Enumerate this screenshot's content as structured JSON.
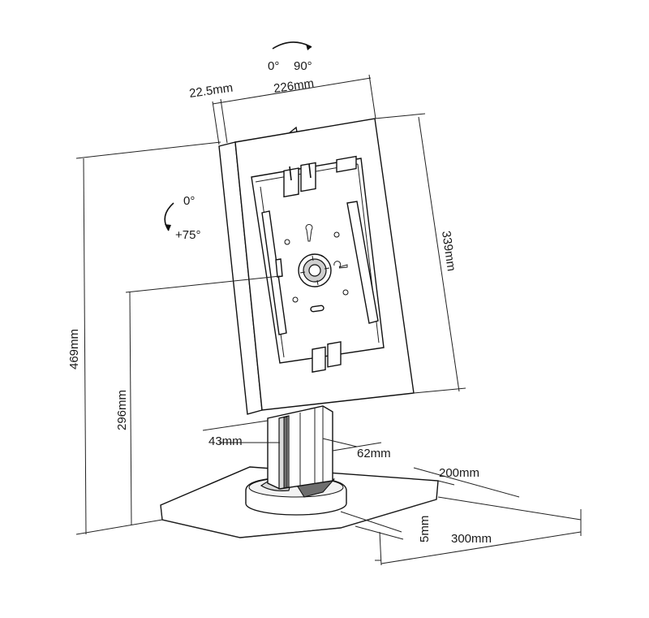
{
  "labels": {
    "rot_top_0": "0°",
    "rot_top_90": "90°",
    "tilt_0": "0°",
    "tilt_75": "+75°",
    "offset_22_5": "22.5mm",
    "width_226": "226mm",
    "height_339": "339mm",
    "height_469": "469mm",
    "height_296": "296mm",
    "pole_43": "43mm",
    "pole_62": "62mm",
    "base_200": "200mm",
    "base_thickness_5": "5mm",
    "base_300": "300mm"
  }
}
